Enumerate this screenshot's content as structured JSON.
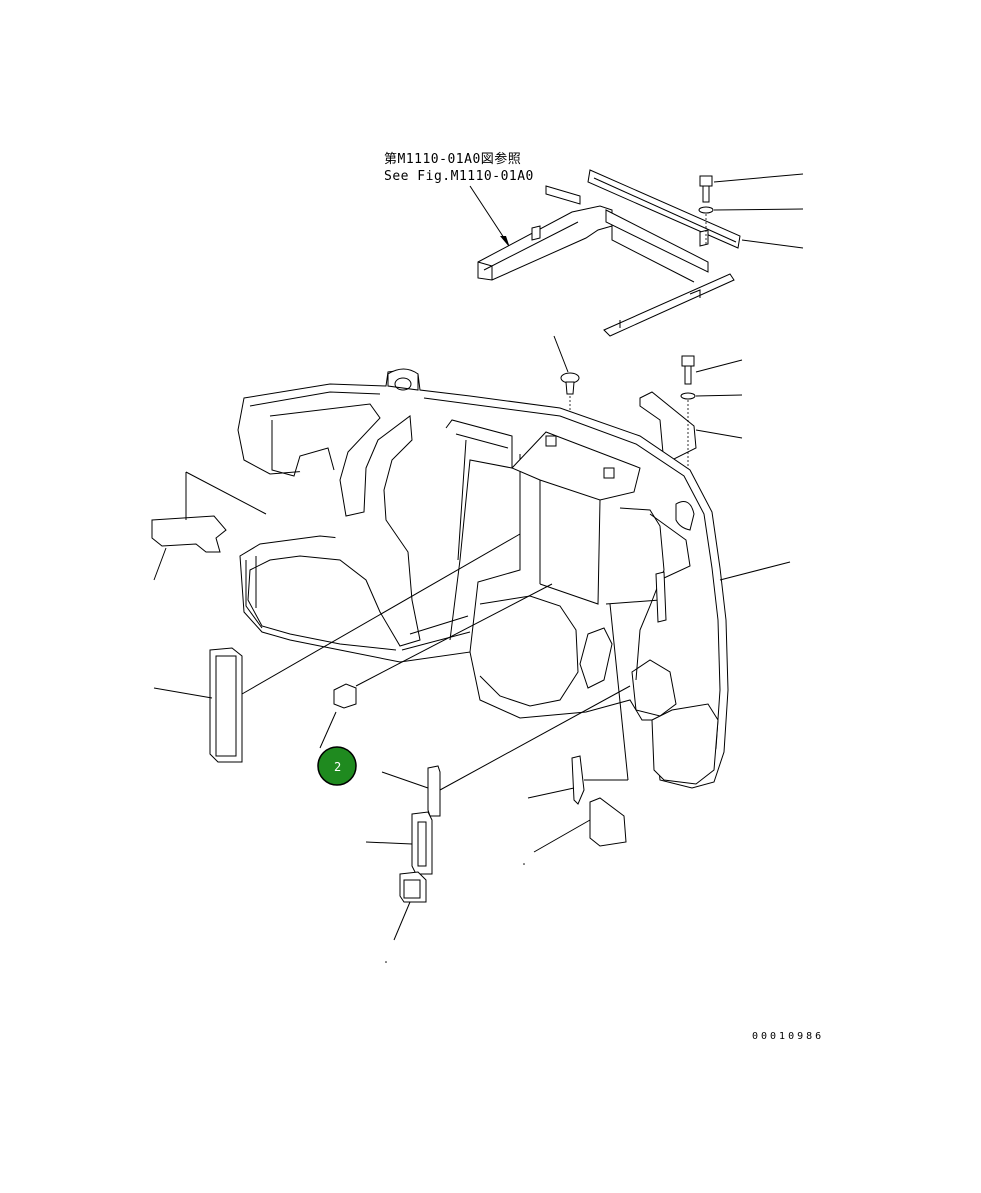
{
  "reference": {
    "line_jp": "第M1110-01A0図参照",
    "line_en": "See Fig.M1110-01A0"
  },
  "callout": {
    "label": "2",
    "fill_color": "#1f8a1f"
  },
  "drawing_number": "00010986"
}
